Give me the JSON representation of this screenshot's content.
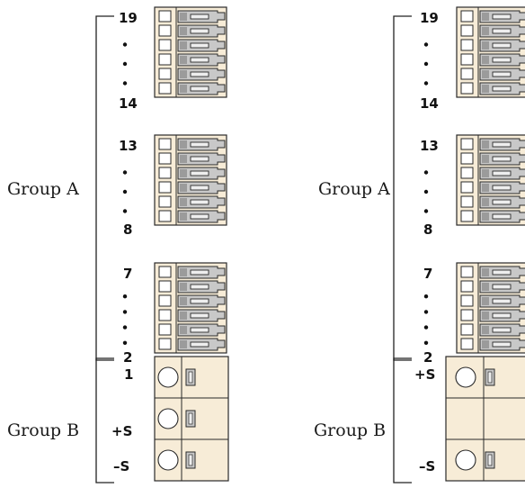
{
  "colors": {
    "terminal_body": "#f7ecd7",
    "clamp": "#c8c8c8",
    "clamp_shade": "#9b9b9b",
    "outline": "#2a2a2a"
  },
  "panels": [
    {
      "group_a_label": "Group A",
      "group_b_label": "Group B",
      "blocks": [
        {
          "top_label": "19",
          "bottom_label": "14",
          "dot_count": 3
        },
        {
          "top_label": "13",
          "bottom_label": "8",
          "dot_count": 3
        },
        {
          "top_label": "7",
          "bottom_label": "2",
          "dot_count": 4
        }
      ],
      "group_b_pins": [
        "1",
        "+S",
        "–S"
      ]
    },
    {
      "group_a_label": "Group A",
      "group_b_label": "Group B",
      "blocks": [
        {
          "top_label": "19",
          "bottom_label": "14",
          "dot_count": 3
        },
        {
          "top_label": "13",
          "bottom_label": "8",
          "dot_count": 3
        },
        {
          "top_label": "7",
          "bottom_label": "2",
          "dot_count": 4
        }
      ],
      "group_b_pins": [
        "+S",
        "–S"
      ]
    }
  ]
}
